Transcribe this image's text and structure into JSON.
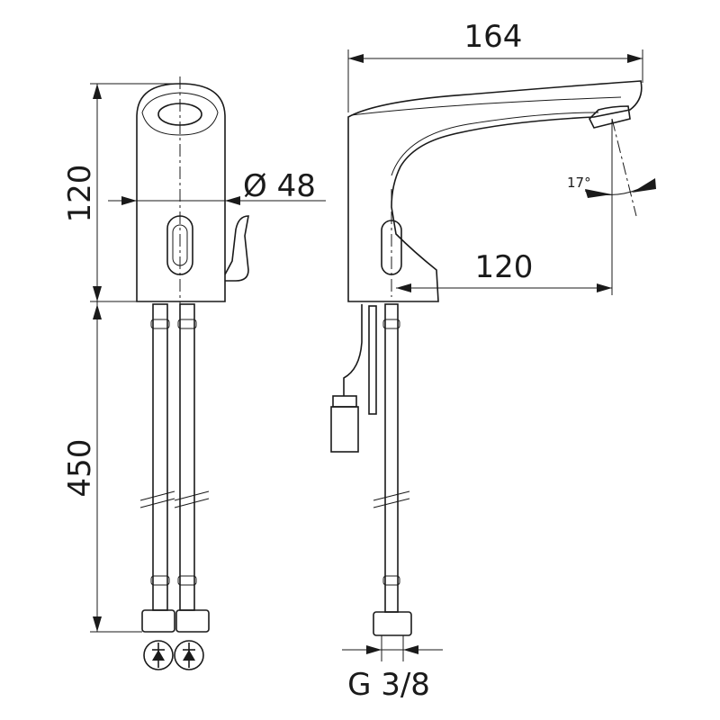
{
  "dimensions": {
    "total_length": "164",
    "height_front": "120",
    "diameter": "Ø 48",
    "spout_reach": "120",
    "hose_length": "450",
    "angle": "17°",
    "thread": "G 3/8"
  },
  "symbols": [
    "check-valve",
    "check-valve"
  ]
}
